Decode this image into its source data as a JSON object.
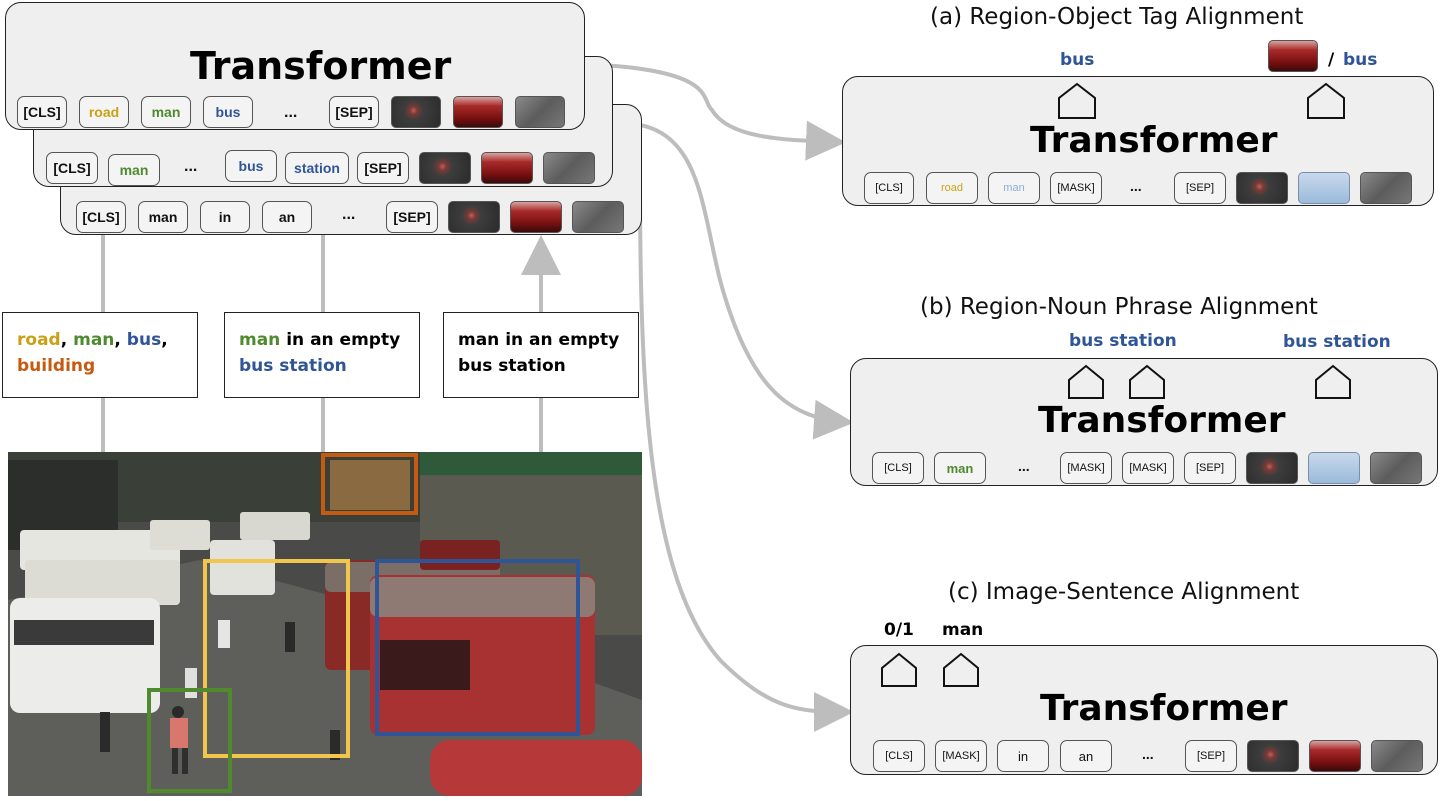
{
  "left_stack": {
    "transformer_title": "Transformer",
    "row1": {
      "tokens": [
        {
          "text": "[CLS]",
          "color": "#111111"
        },
        {
          "text": "road",
          "color": "#c9a016"
        },
        {
          "text": "man",
          "color": "#4f8a2e"
        },
        {
          "text": "bus",
          "color": "#2f5597"
        },
        {
          "text": "...",
          "color": "#111111"
        },
        {
          "text": "[SEP]",
          "color": "#111111"
        }
      ]
    },
    "row2": {
      "tokens": [
        {
          "text": "[CLS]",
          "color": "#111111"
        },
        {
          "text": "man",
          "color": "#4f8a2e"
        },
        {
          "text": "...",
          "color": "#111111"
        },
        {
          "text": "bus",
          "color": "#2f5597"
        },
        {
          "text": "station",
          "color": "#2f5597"
        },
        {
          "text": "[SEP]",
          "color": "#111111"
        }
      ]
    },
    "row3": {
      "tokens": [
        {
          "text": "[CLS]",
          "color": "#111111"
        },
        {
          "text": "man",
          "color": "#111111"
        },
        {
          "text": "in",
          "color": "#111111"
        },
        {
          "text": "an",
          "color": "#111111"
        },
        {
          "text": "...",
          "color": "#111111"
        },
        {
          "text": "[SEP]",
          "color": "#111111"
        }
      ]
    }
  },
  "text_inputs": {
    "box1": {
      "line1a": "road",
      "line1b": ", ",
      "line1c": "man",
      "line1d": ", ",
      "line1e": "bus",
      "line1f": ",",
      "line2": "building"
    },
    "box2": {
      "line1a": "man",
      "line1b": " in an empty",
      "line2": "bus station"
    },
    "box3": {
      "line1": "man in an empty",
      "line2": "bus station"
    }
  },
  "panel_a": {
    "heading": "(a) Region-Object Tag Alignment",
    "title": "Transformer",
    "output_label_1": "bus",
    "output_label_2_sep": "/",
    "output_label_2": "bus",
    "tokens": [
      "[CLS]",
      "road",
      "man",
      "[MASK]",
      "...",
      "[SEP]"
    ]
  },
  "panel_b": {
    "heading": "(b) Region-Noun Phrase Alignment",
    "title": "Transformer",
    "output_label_1": "bus station",
    "output_label_2": "bus station",
    "tokens": [
      "[CLS]",
      "man",
      "...",
      "[MASK]",
      "[MASK]",
      "[SEP]"
    ]
  },
  "panel_c": {
    "heading": "(c) Image-Sentence Alignment",
    "title": "Transformer",
    "output_label_1": "0/1",
    "output_label_2": "man",
    "tokens": [
      "[CLS]",
      "[MASK]",
      "in",
      "an",
      "...",
      "[SEP]"
    ]
  },
  "colors": {
    "road": "#c9a016",
    "man": "#4f8a2e",
    "bus": "#2f5597",
    "building": "#c55a11",
    "masked": "#8eaadb",
    "panel_bg": "#efefef",
    "arrow": "#bdbdbd"
  }
}
